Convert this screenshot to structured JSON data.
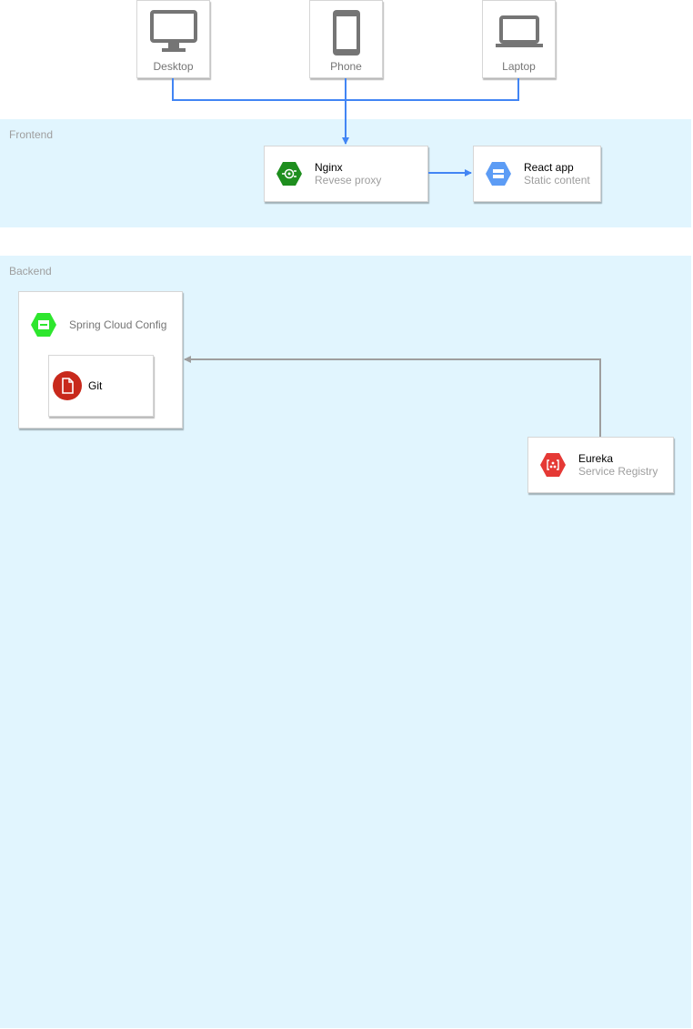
{
  "devices": {
    "desktop": {
      "label": "Desktop",
      "icon": "desktop-icon"
    },
    "phone": {
      "label": "Phone",
      "icon": "phone-icon"
    },
    "laptop": {
      "label": "Laptop",
      "icon": "laptop-icon"
    }
  },
  "frontend": {
    "label": "Frontend",
    "nginx": {
      "title": "Nginx",
      "subtitle": "Revese proxy",
      "icon": "load-balancer-icon",
      "color": "#1e8e1e"
    },
    "react": {
      "title": "React app",
      "subtitle": "Static content",
      "icon": "storage-icon",
      "color": "#5c9cf5"
    }
  },
  "backend": {
    "label": "Backend",
    "config": {
      "title": "Spring Cloud Config",
      "icon": "inbox-icon",
      "color": "#2ee62e"
    },
    "git": {
      "title": "Git",
      "icon": "file-icon",
      "color": "#c8291c"
    },
    "eureka": {
      "title": "Eureka",
      "subtitle": "Service Registry",
      "icon": "service-discovery-icon",
      "color": "#e53935"
    }
  },
  "colors": {
    "zone": "#e1f5fe",
    "arrow_blue": "#4285f4",
    "arrow_gray": "#9e9e9e",
    "device_icon": "#757575"
  }
}
